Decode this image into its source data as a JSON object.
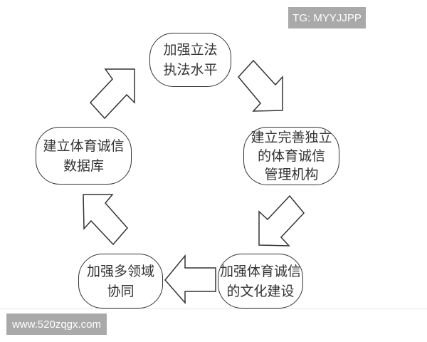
{
  "nodes": {
    "top": [
      "加强立法",
      "执法水平"
    ],
    "right": [
      "建立完善独立",
      "的体育诚信",
      "管理机构"
    ],
    "bottom_right": [
      "加强体育诚信",
      "的文化建设"
    ],
    "bottom_left": [
      "加强多领域",
      "协同"
    ],
    "left": [
      "建立体育诚信",
      "数据库"
    ]
  },
  "watermarks": {
    "top": "TG: MYYJJPP",
    "bottom": "www.520zqgx.com"
  }
}
